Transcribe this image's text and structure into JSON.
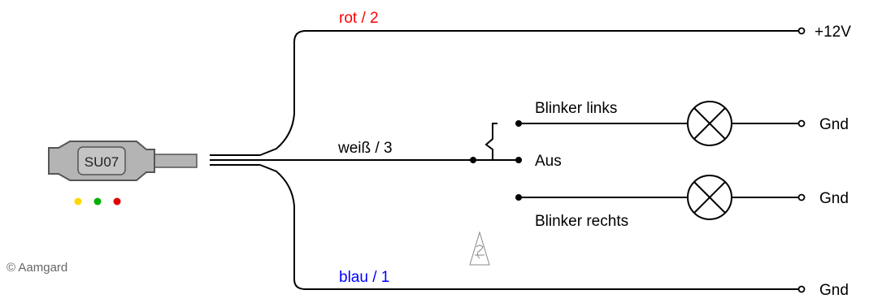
{
  "device": {
    "label": "SU07"
  },
  "led_colors": [
    "#ffd700",
    "#00b000",
    "#e00000"
  ],
  "wires": {
    "red": {
      "label": "rot / 2",
      "color": "#ff0000"
    },
    "white": {
      "label": "weiß / 3",
      "color": "#000000"
    },
    "blue": {
      "label": "blau / 1",
      "color": "#0000ff"
    }
  },
  "terminals": {
    "plus12v": "+12V",
    "gnd_left": "Gnd",
    "gnd_right": "Gnd",
    "gnd_blue": "Gnd"
  },
  "switch": {
    "left": "Blinker links",
    "off": "Aus",
    "right": "Blinker rechts"
  },
  "copyright": "© Aamgard",
  "watermark_icon": "ams-logo"
}
